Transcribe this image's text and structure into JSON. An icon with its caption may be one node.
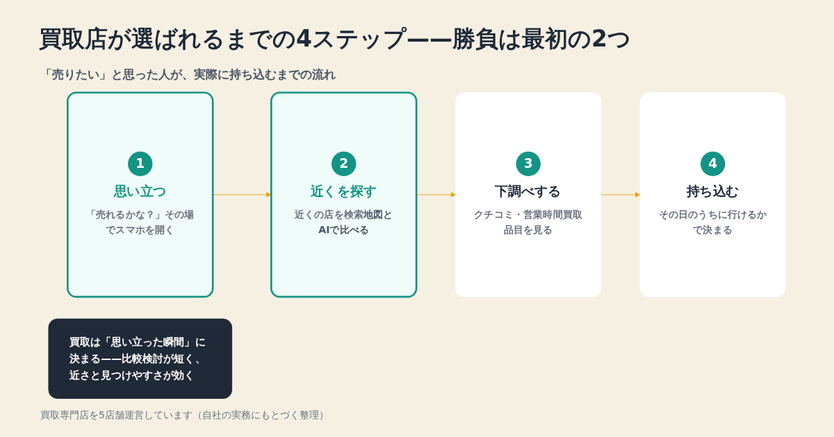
{
  "diagram": {
    "title": "買取店が選ばれるまでの4ステップ——勝負は最初の2つ",
    "nodes": [
      {
        "text": [
          "1",
          "思い立つ",
          "「売れるかな？」その場でスマホを開く"
        ]
      },
      {
        "text": [
          "2",
          "近くを探す",
          "近くの店を検索**地図とAIで比べる**"
        ]
      },
      {
        "text": [
          "3",
          "下調べする",
          "クチコミ・営業時間買取品目を見る"
        ]
      },
      {
        "text": [
          "4",
          "持ち込む",
          "その日のうちに行けるかで決まる"
        ]
      },
      {
        "text": [
          "買取は「思い立った瞬間」に決まる——比較検討が短く、近さと見つけやすさが効く"
        ]
      }
    ],
    "edges": [
      {
        "from": 0,
        "to": 1,
        "arrow": "to"
      },
      {
        "from": 1,
        "to": 2,
        "arrow": "to"
      },
      {
        "from": 2,
        "to": 3,
        "arrow": "to"
      }
    ],
    "labels": [
      "「売りたい」と思った人が、実際に持ち込むまでの流れ",
      "買取専門店を5店舗運営しています（自社の実務にもとづく整理）"
    ]
  }
}
